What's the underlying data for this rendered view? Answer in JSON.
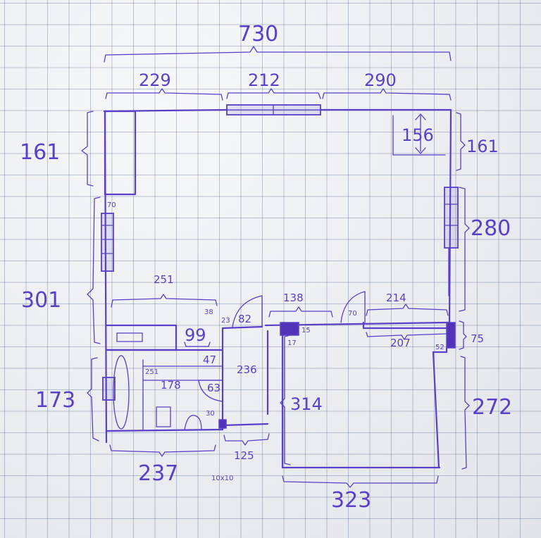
{
  "dimensions": {
    "total_width": "730",
    "top_left": "229",
    "top_window": "212",
    "top_right": "290",
    "left_upper": "161",
    "right_upper": "161",
    "top_right_fixture": "156",
    "left_window_offset": "70",
    "left_middle": "301",
    "right_middle": "280",
    "inner_width": "251",
    "door_small_a": "38",
    "door_small_b": "23",
    "door_width": "82",
    "hall_segment": "138",
    "door_right": "70",
    "right_segment_top": "214",
    "right_segment_bottom": "207",
    "right_wall_small": "75",
    "right_wall_offset": "52",
    "pillar_note": "15",
    "pillar_note_b": "17",
    "storage_depth": "99",
    "storage_inner": "47",
    "bath_inner_width": "251",
    "bath_inner_depth": "178",
    "shower_size": "63",
    "corridor_depth": "236",
    "room_depth": "314",
    "left_lower": "173",
    "right_lower": "272",
    "small_post": "30",
    "bath_width": "237",
    "corridor_width": "125",
    "post_size": "10x10",
    "bottom_width": "323"
  }
}
